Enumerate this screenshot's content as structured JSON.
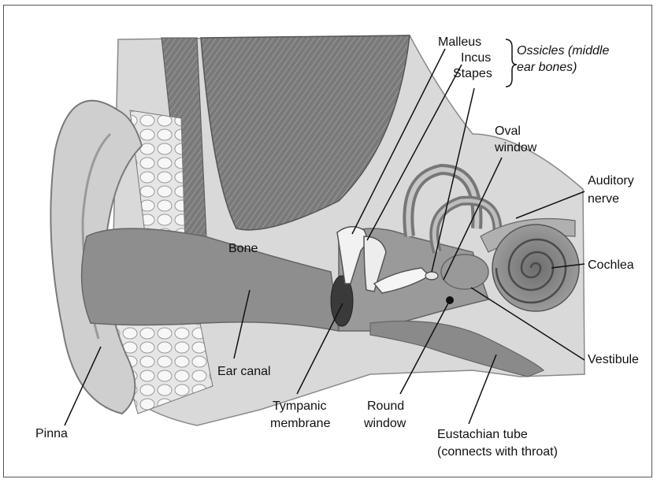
{
  "diagram": {
    "labels": {
      "malleus": "Malleus",
      "incus": "Incus",
      "stapes": "Stapes",
      "ossicles_line1": "Ossicles (middle",
      "ossicles_line2": "ear bones)",
      "oval_line1": "Oval",
      "oval_line2": "window",
      "auditory_line1": "Auditory",
      "auditory_line2": "nerve",
      "cochlea": "Cochlea",
      "bone": "Bone",
      "vestibule": "Vestibule",
      "ear_canal": "Ear canal",
      "tympanic_line1": "Tympanic",
      "tympanic_line2": "membrane",
      "round_line1": "Round",
      "round_line2": "window",
      "pinna": "Pinna",
      "eustachian_line1": "Eustachian tube",
      "eustachian_line2": "(connects with throat)"
    }
  }
}
